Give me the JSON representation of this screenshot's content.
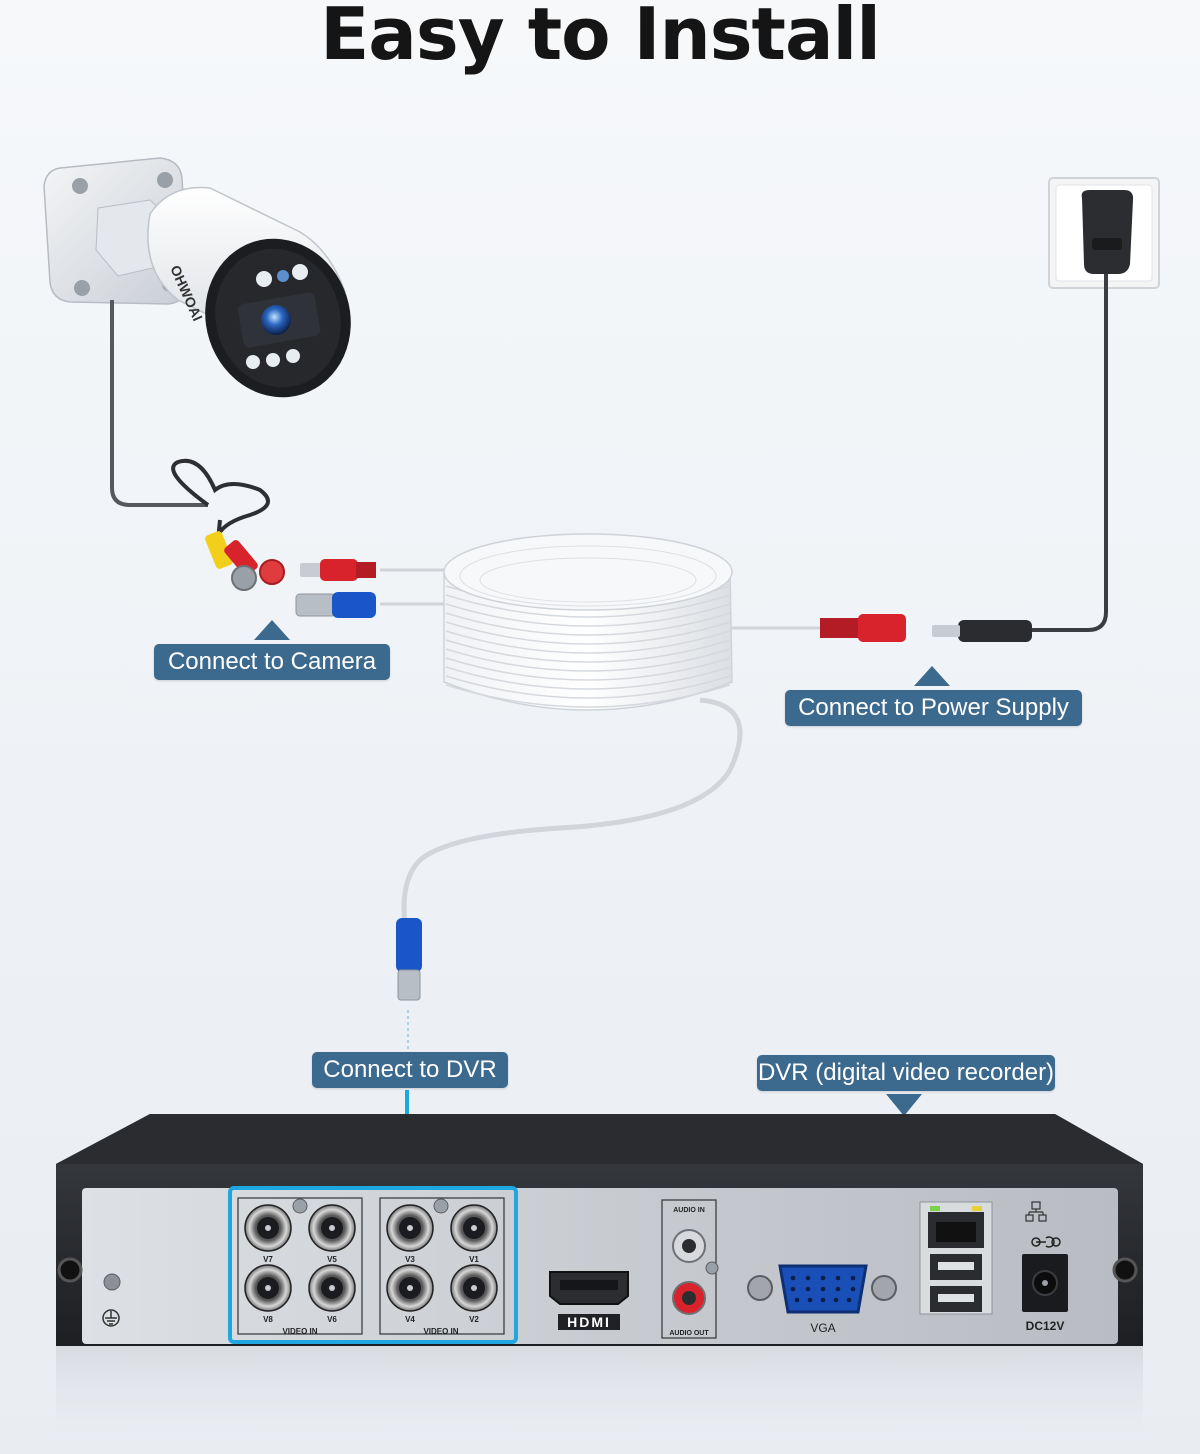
{
  "title": "Easy to Install",
  "labels": {
    "camera": "Connect to Camera",
    "power": "Connect to Power Supply",
    "dvr": "Connect to DVR",
    "dvr_name": "DVR (digital video recorder)"
  },
  "camera_brand": "OHWOAI",
  "dvr_panel": {
    "bnc_left": [
      "V7",
      "V5",
      "V8",
      "V6"
    ],
    "bnc_right": [
      "V3",
      "V1",
      "V4",
      "V2"
    ],
    "video_in": "VIDEO IN",
    "audio_in": "AUDIO IN",
    "audio_out": "AUDIO OUT",
    "hdmi": "HDMI",
    "vga": "VGA",
    "dc": "DC12V"
  },
  "colors": {
    "tag": "#3c6a8e",
    "highlight": "#1fa8e0",
    "connector_red": "#d9232c",
    "connector_blue": "#1a56c8",
    "connector_yellow": "#f2cf1b"
  },
  "icons": [
    "ground-icon",
    "network-icon",
    "power-polarity-icon",
    "arrow-up-icon",
    "arrow-down-icon"
  ]
}
